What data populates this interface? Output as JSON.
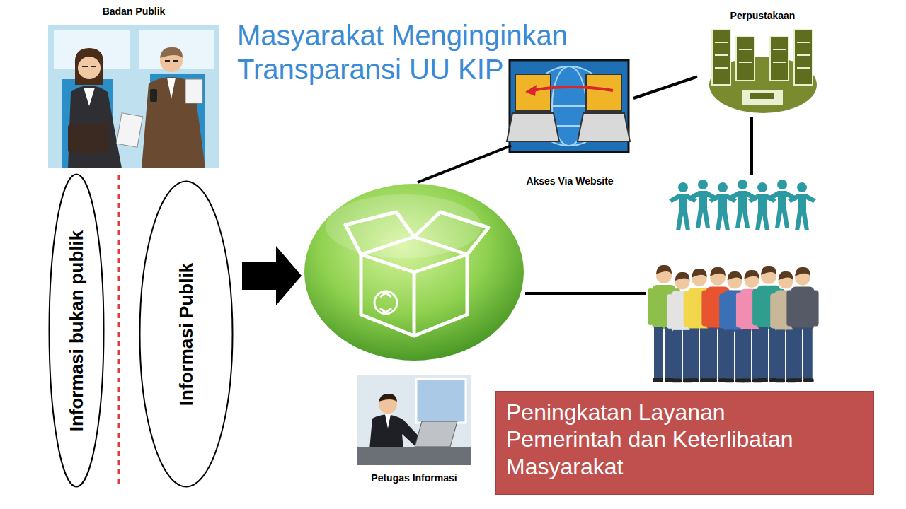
{
  "diagram": {
    "title": "Masyarakat Menginginkan Transparansi UU KIP",
    "nodes": [
      {
        "text": [
          "Badan Publik"
        ]
      },
      {
        "text": [
          "Perpustakaan"
        ]
      },
      {
        "text": [
          "Akses Via Website"
        ]
      },
      {
        "text": [
          "Informasi bukan publik"
        ]
      },
      {
        "text": [
          "Informasi Publik"
        ]
      },
      {
        "text": [
          "Petugas Informasi"
        ]
      },
      {
        "text": [
          "Peningkatan Layanan Pemerintah dan Keterlibatan Masyarakat"
        ]
      }
    ],
    "edges": [
      {
        "from": 2,
        "to": 1,
        "arrow": "none"
      }
    ]
  }
}
